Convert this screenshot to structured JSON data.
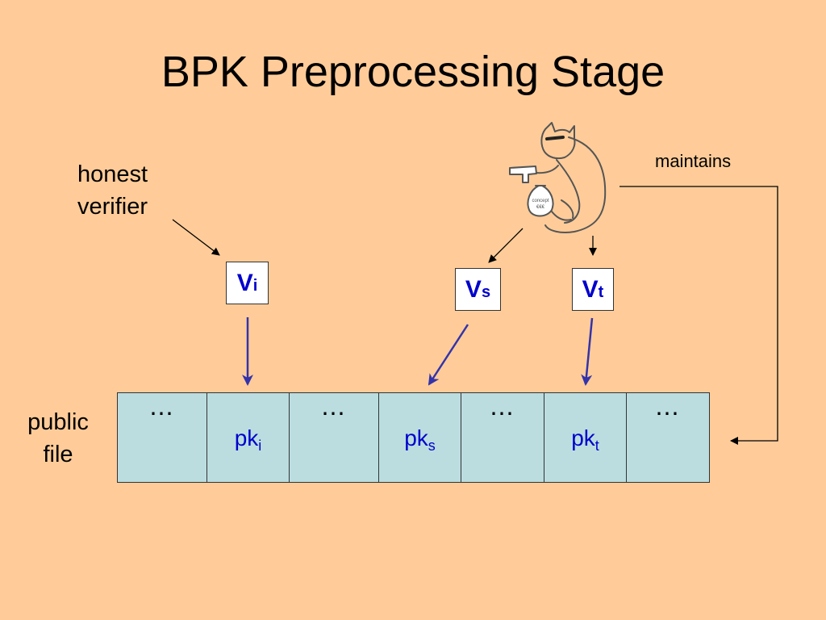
{
  "title": "BPK Preprocessing Stage",
  "honest_verifier": {
    "line1": "honest",
    "line2": "verifier"
  },
  "maintains_label": "maintains",
  "public_file": {
    "line1": "public",
    "line2": "file"
  },
  "verifiers": [
    {
      "letter": "V",
      "sub": "i"
    },
    {
      "letter": "V",
      "sub": "s"
    },
    {
      "letter": "V",
      "sub": "t"
    }
  ],
  "cells": [
    {
      "type": "dots",
      "text": "⋯"
    },
    {
      "type": "pk",
      "text": "pk",
      "sub": "i"
    },
    {
      "type": "dots",
      "text": "⋯"
    },
    {
      "type": "pk",
      "text": "pk",
      "sub": "s"
    },
    {
      "type": "dots",
      "text": "⋯"
    },
    {
      "type": "pk",
      "text": "pk",
      "sub": "t"
    },
    {
      "type": "dots",
      "text": "⋯"
    }
  ],
  "adversary": {
    "icon": "armed-cat-icon",
    "bag_text": [
      "concept",
      "€€€"
    ]
  },
  "colors": {
    "background": "#FFCC99",
    "cell_fill": "#BBDDE0",
    "accent": "#0000CC",
    "arrow_blue": "#3333AA"
  }
}
